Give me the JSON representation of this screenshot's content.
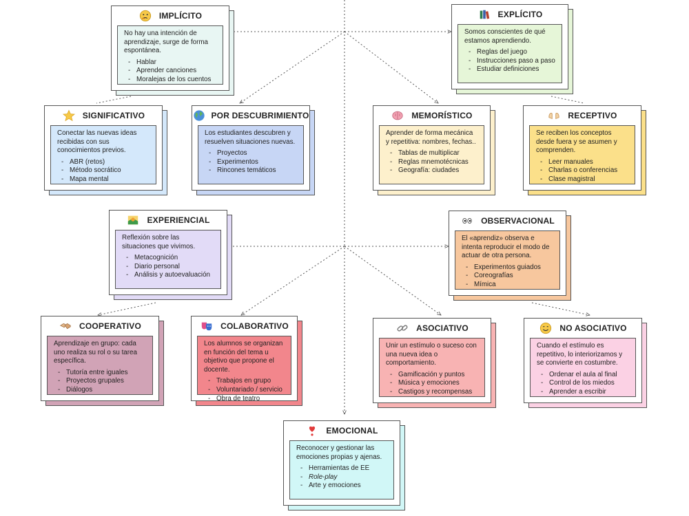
{
  "colors": {
    "line": "#555555",
    "implicito": "#e8f6f3",
    "explicito": "#e6f6d8",
    "significativo": "#d4e8fb",
    "descubrimiento": "#c7d6f5",
    "memoristico": "#fdf0cc",
    "receptivo": "#fbe08a",
    "experiencial": "#e2dbf7",
    "observacional": "#f7c79e",
    "cooperativo": "#d1a3b6",
    "colaborativo": "#f2868c",
    "asociativo": "#f8b3b3",
    "no_asociativo": "#fbd1e4",
    "emocional": "#d1f7f7"
  },
  "cards": {
    "implicito": {
      "title": "IMPLÍCITO",
      "icon": "thinking-face-icon",
      "desc": "No hay una intención de aprendizaje, surge de forma espontánea.",
      "items": [
        "Hablar",
        "Aprender canciones",
        "Moralejas de los cuentos"
      ]
    },
    "explicito": {
      "title": "EXPLÍCITO",
      "icon": "books-icon",
      "desc": "Somos conscientes de qué estamos aprendiendo.",
      "items": [
        "Reglas del juego",
        "Instrucciones paso a paso",
        "Estudiar definiciones"
      ]
    },
    "significativo": {
      "title": "SIGNIFICATIVO",
      "icon": "star-icon",
      "desc": "Conectar las nuevas ideas recibidas con sus conocimientos previos.",
      "items": [
        "ABR (retos)",
        "Método socrático",
        "Mapa mental"
      ]
    },
    "descubrimiento": {
      "title": "POR DESCUBRIMIENTO",
      "icon": "globe-icon",
      "desc": "Los estudiantes descubren y resuelven situaciones nuevas.",
      "items": [
        "Proyectos",
        "Experimentos",
        "Rincones temáticos"
      ]
    },
    "memoristico": {
      "title": "MEMORÍSTICO",
      "icon": "brain-icon",
      "desc": "Aprender de forma mecánica y repetitiva: nombres, fechas..",
      "items": [
        "Tablas de multiplicar",
        "Reglas mnemotécnicas",
        "Geografía: ciudades"
      ]
    },
    "receptivo": {
      "title": "RECEPTIVO",
      "icon": "open-hands-icon",
      "desc": "Se reciben los conceptos desde fuera y se asumen y comprenden.",
      "items": [
        "Leer manuales",
        "Charlas o conferencias",
        "Clase magistral"
      ]
    },
    "experiencial": {
      "title": "EXPERIENCIAL",
      "icon": "sunrise-icon",
      "desc": "Reflexión sobre las situaciones que vivimos.",
      "items": [
        "Metacognición",
        "Diario personal",
        "Análisis y autoevaluación"
      ]
    },
    "observacional": {
      "title": "OBSERVACIONAL",
      "icon": "eyes-icon",
      "desc": "El «aprendiz» observa e intenta reproducir el modo de actuar de otra persona.",
      "items": [
        "Experimentos guiados",
        "Coreografías",
        "Mímica"
      ]
    },
    "cooperativo": {
      "title": "COOPERATIVO",
      "icon": "handshake-icon",
      "desc": "Aprendizaje en grupo: cada uno realiza su rol o su tarea específica.",
      "items": [
        "Tutoría entre iguales",
        "Proyectos grupales",
        "Diálogos"
      ]
    },
    "colaborativo": {
      "title": "COLABORATIVO",
      "icon": "theater-masks-icon",
      "desc": "Los alumnos se organizan en función del tema u objetivo que propone el docente.",
      "items": [
        "Trabajos en grupo",
        "Voluntariado / servicio",
        "Obra de teatro"
      ]
    },
    "asociativo": {
      "title": "ASOCIATIVO",
      "icon": "link-icon",
      "desc": "Unir un estímulo o suceso con una nueva idea o comportamiento.",
      "items": [
        "Gamificación y puntos",
        "Música y emociones",
        "Castigos y recompensas"
      ]
    },
    "no_asociativo": {
      "title": "NO ASOCIATIVO",
      "icon": "smiley-icon",
      "desc": "Cuando el estímulo es repetitivo, lo interiorizamos y se convierte en costumbre.",
      "items": [
        "Ordenar el aula al final",
        "Control de los miedos",
        "Aprender a escribir"
      ]
    },
    "emocional": {
      "title": "EMOCIONAL",
      "icon": "heart-exclamation-icon",
      "desc": "Reconocer y gestionar las emociones propias y ajenas.",
      "items": [
        "Herramientas de EE",
        "Role-play",
        "Arte y emociones"
      ]
    }
  }
}
